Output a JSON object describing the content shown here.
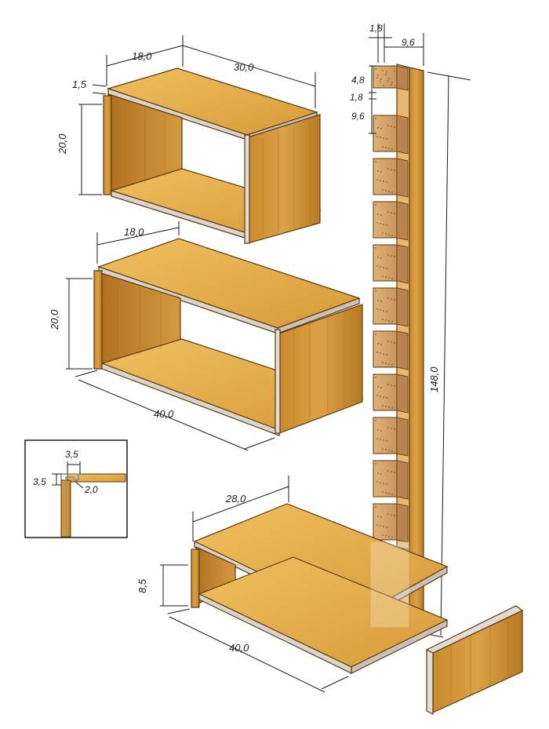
{
  "colors": {
    "wood_top": "#e8b04a",
    "wood_side": "#c98a2c",
    "wood_dark": "#9a6418",
    "board_edge": "#d9d4cc",
    "cork": "#d9a86a",
    "line": "#1a1a1a"
  },
  "dimensions": {
    "top_box": {
      "depth": "18,0",
      "width": "30,0",
      "height": "20,0",
      "thickness": "1,5"
    },
    "middle_box": {
      "depth": "18,0",
      "height": "20,0",
      "width": "40,0"
    },
    "bottom_shelf": {
      "depth": "28,0",
      "height": "8,5",
      "width": "40,0"
    },
    "column": {
      "slot": "1,8",
      "width": "9,6",
      "top": "4,8",
      "gap": "1,8",
      "block": "9,6",
      "total": "148,0"
    },
    "detail": {
      "groove": "3,5",
      "depth": "3,5",
      "board": "2,0"
    }
  }
}
